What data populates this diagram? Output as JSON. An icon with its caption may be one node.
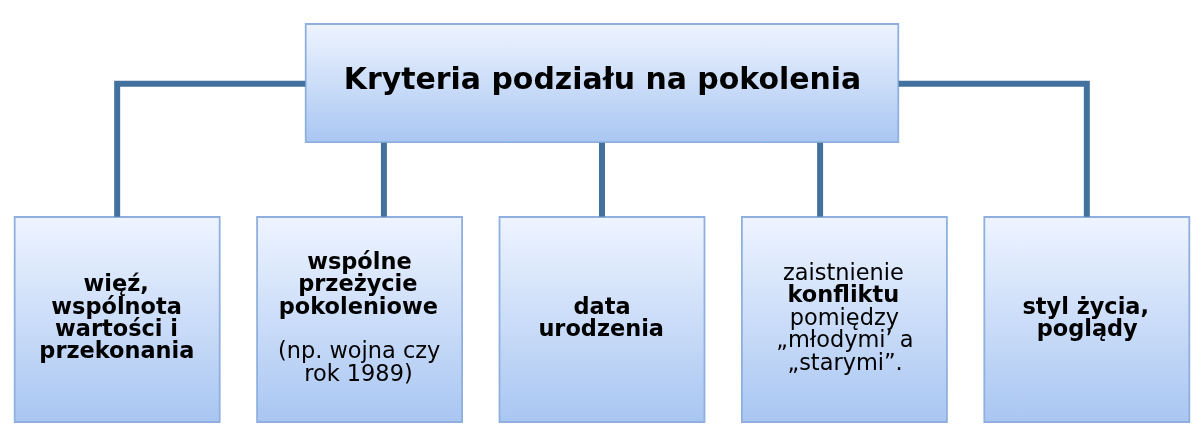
{
  "diagram": {
    "nodes": [
      {
        "text": [
          "Kryteria podziału na pokolenia"
        ]
      },
      {
        "text": [
          "więź, wspólnota wartości i przekonania"
        ]
      },
      {
        "text": [
          "wspólne przeżycie pokoleniowe",
          "(np. wojna czy rok 1989)"
        ]
      },
      {
        "text": [
          "data urodzenia"
        ]
      },
      {
        "text": [
          "zaistnienie **konfliktu** pomiędzy „młodymi’ a „starymi”."
        ]
      },
      {
        "text": [
          "styl życia, poglądy"
        ]
      }
    ],
    "edges": [
      {
        "from": 0,
        "to": 1,
        "arrow": "none"
      },
      {
        "from": 0,
        "to": 2,
        "arrow": "none"
      },
      {
        "from": 0,
        "to": 3,
        "arrow": "none"
      },
      {
        "from": 0,
        "to": 4,
        "arrow": "none"
      },
      {
        "from": 0,
        "to": 5,
        "arrow": "none"
      }
    ]
  }
}
